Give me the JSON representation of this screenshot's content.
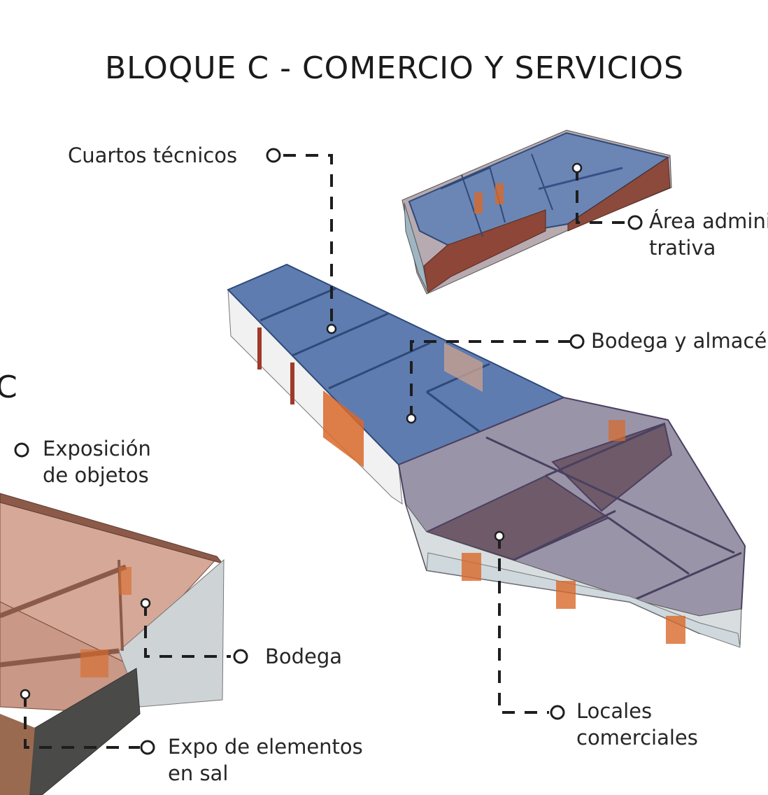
{
  "title": "BLOQUE C - COMERCIO Y SERVICIOS",
  "partial_heading": "C",
  "labels": {
    "cuartos_tecnicos": "Cuartos técnicos",
    "area_admin_line1": "Área admini",
    "area_admin_line2": "trativa",
    "bodega_almacen": "Bodega y almacén",
    "exposicion_line1": "Exposición",
    "exposicion_line2": "de objetos",
    "bodega": "Bodega",
    "expo_sal_line1": "Expo de elementos",
    "expo_sal_line2": "en sal",
    "locales_line1": "Locales",
    "locales_line2": "comerciales"
  },
  "colors": {
    "roof_blue": "#5a7bae",
    "roof_blue_dark": "#3f5d8f",
    "brick": "#8c4a3c",
    "lilac": "#9c94a8",
    "lilac_dark": "#6f5a6a",
    "salt_pink": "#d9aa96",
    "wood_orange": "#d9692a",
    "leader": "#1e1e1e"
  }
}
